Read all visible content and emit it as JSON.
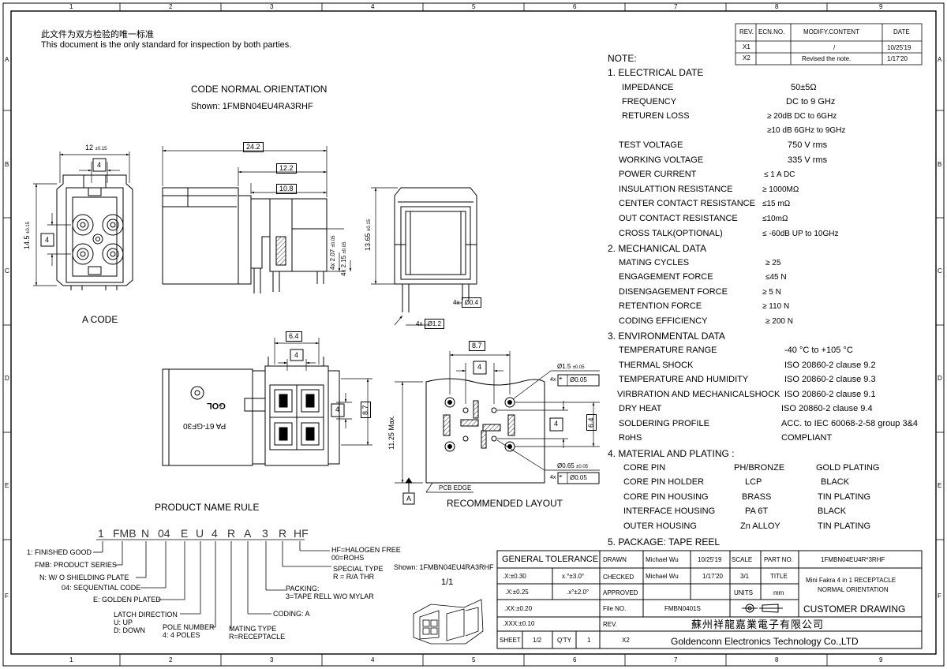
{
  "frame": {
    "top_numbers": [
      "1",
      "2",
      "3",
      "4",
      "5",
      "6",
      "7",
      "8",
      "9"
    ],
    "bottom_numbers": [
      "1",
      "2",
      "3",
      "4",
      "5",
      "6",
      "7",
      "8",
      "9"
    ],
    "side_letters": [
      "A",
      "B",
      "C",
      "D",
      "E",
      "F"
    ]
  },
  "header": {
    "cn_note": "此文件为双方检验的唯一标准",
    "en_note": "This document is the only standard for inspection by both parties."
  },
  "revision": {
    "headers": [
      "REV.",
      "ECN.NO.",
      "MODIFY.CONTENT",
      "DATE"
    ],
    "rows": [
      [
        "X1",
        "",
        "/",
        "10/25'19"
      ],
      [
        "X2",
        "",
        "Revised the note.",
        "1/17'20"
      ]
    ]
  },
  "views": {
    "orientation_title": "CODE NORMAL ORIENTATION",
    "shown": "Shown: 1FMBN04EU4RA3RHF",
    "a_code": "A CODE",
    "recommended_layout": "RECOMMENDED LAYOUT",
    "pcb_edge": "PCB EDGE",
    "datum": "A",
    "housing_text1": "GOL",
    "housing_text2": "PA 6T-GF30"
  },
  "dims": {
    "d12": "12",
    "d12tol": "±0.15",
    "d4a": "4",
    "d145": "14.5",
    "d145tol": "±0.15",
    "d4b": "4",
    "d242": "24.2",
    "d122": "12.2",
    "d108": "10.8",
    "d207": "4x 2.07",
    "d207tol": "±0.05",
    "d215": "4x 2.15",
    "d215tol": "±0.05",
    "d1365": "13.65",
    "d1365tol": "±0.15",
    "d04": "Ø0.4",
    "d04n": "4x",
    "d12d": "Ø1.2",
    "d12dn": "4x",
    "d64a": "6.4",
    "d4c": "4",
    "d4d": "4",
    "d87a": "8.7",
    "d87b": "8.7",
    "d4e": "4",
    "d1125": "11.25",
    "d1125m": "Max.",
    "d4f": "4",
    "d64b": "6.4",
    "d15": "Ø1.5",
    "d15tol": "±0.05",
    "d15n": "4x",
    "d15tp": "Ø0.05",
    "d065": "Ø0.65",
    "d065tol": "±0.05",
    "d065n": "4x",
    "d065tp": "Ø0.05"
  },
  "notes": {
    "title": "NOTE:",
    "sections": [
      {
        "title": "1. ELECTRICAL DATE",
        "items": [
          [
            "IMPEDANCE",
            "50±5Ω"
          ],
          [
            "FREQUENCY",
            "DC to 9 GHz"
          ],
          [
            "RETUREN LOSS",
            "≥ 20dB DC to 6GHz"
          ],
          [
            "",
            "≥10 dB 6GHz to 9GHz"
          ],
          [
            "TEST VOLTAGE",
            "750 V rms"
          ],
          [
            "WORKING VOLTAGE",
            "335 V rms"
          ],
          [
            "POWER CURRENT",
            "≤ 1 A DC"
          ],
          [
            "INSULATTION RESISTANCE",
            "≥ 1000MΩ"
          ],
          [
            "CENTER CONTACT  RESISTANCE",
            "≤15 mΩ"
          ],
          [
            "OUT CONTACT RESISTANCE",
            "≤10mΩ"
          ],
          [
            "CROSS TALK(OPTIONAL)",
            "≤ -60dB UP to 10GHz"
          ]
        ]
      },
      {
        "title": "2. MECHANICAL DATA",
        "items": [
          [
            "MATING CYCLES",
            "≥ 25"
          ],
          [
            "ENGAGEMENT FORCE",
            "≤45 N"
          ],
          [
            "DISENGAGEMENT FORCE",
            "≥ 5 N"
          ],
          [
            "RETENTION FORCE",
            "≥  110 N"
          ],
          [
            "CODING EFFICIENCY",
            "≥ 200 N"
          ]
        ]
      },
      {
        "title": "3. ENVIRONMENTAL DATA",
        "items": [
          [
            "TEMPERATURE RANGE",
            "-40 °C to +105 °C"
          ],
          [
            "THERMAL SHOCK",
            "ISO 20860-2 clause 9.2"
          ],
          [
            "TEMPERATURE AND HUMIDITY",
            "ISO 20860-2 clause 9.3"
          ],
          [
            "VIRBRATION AND MECHANICALSHOCK",
            "ISO 20860-2 clause 9.1"
          ],
          [
            "DRY HEAT",
            "ISO 20860-2 clause 9.4"
          ],
          [
            "SOLDERING PROFILE",
            "ACC. to IEC 60068-2-58 group 3&4"
          ],
          [
            "RoHS",
            "COMPLIANT"
          ]
        ]
      },
      {
        "title": "4. MATERIAL AND PLATING :",
        "items": [
          [
            "CORE PIN",
            "PH/BRONZE",
            "GOLD PLATING"
          ],
          [
            "CORE PIN HOLDER",
            "LCP",
            "BLACK"
          ],
          [
            "CORE PIN HOUSING",
            "BRASS",
            "TIN PLATING"
          ],
          [
            "INTERFACE HOUSING",
            "PA 6T",
            "BLACK"
          ],
          [
            "OUTER  HOUSING",
            "Zn ALLOY",
            "TIN PLATING"
          ]
        ]
      },
      {
        "title": "5. PACKAGE:   TAPE REEL",
        "items": []
      }
    ]
  },
  "product_rule": {
    "title": "PRODUCT NAME RULE",
    "code": [
      "1",
      "FMB",
      "N",
      "04",
      "E",
      "U",
      "4",
      "R",
      "A",
      "3",
      "R",
      "HF"
    ],
    "labels": {
      "finished": "1: FINISHED GOOD",
      "series": "FMB: PRODUCT SERIES",
      "shielding": "N: W/ O SHIELDING PLATE",
      "seq": "04: SEQUENTIAL CODE",
      "golden": "E: GOLDEN PLATED",
      "latch": "LATCH DIRECTION",
      "latch_u": "U: UP",
      "latch_d": "D: DOWN",
      "pole": "POLE NUMBER",
      "pole4": "4: 4 POLES",
      "mating": "MATING TYPE",
      "mating_r": "R=RECEPTACLE",
      "coding": "CODING: A",
      "packing": "PACKING:",
      "packing_3": "3=TAPE RELL W/O MYLAR",
      "special": "SPECIAL TYPE",
      "special_r": "R = R/A THR",
      "hf": "HF=HALOGEN FREE",
      "rohs": "00=ROHS"
    },
    "shown": "Shown: 1FMBN04EU4RA3RHF",
    "scale": "1/1"
  },
  "title_block": {
    "general_tolerance": "GENERAL TOLERANCE",
    "tol": [
      [
        ".X:±0.30",
        "x.°±3.0°"
      ],
      [
        ".X:±0.25",
        ".x°±2.0°"
      ],
      [
        ".XX:±0.20",
        ""
      ],
      [
        ".XXX:±0.10",
        ""
      ]
    ],
    "drawn_label": "DRAWN",
    "drawn_name": "Michael Wu",
    "drawn_date": "10/25'19",
    "checked_label": "CHECKED",
    "checked_name": "Michael Wu",
    "checked_date": "1/17'20",
    "approved_label": "APPROVED",
    "file_label": "File NO.",
    "file_no": "FMBN0401S",
    "rev_label": "REV.",
    "scale_label": "SCALE",
    "scale": "3/1",
    "title_label": "TITLE",
    "units_label": "UNITS",
    "units": "mm",
    "part_label": "PART NO.",
    "part_no": "1FMBN04EU4R*3RHF",
    "title1": "Mini Fakra 4 in 1 RECEPTACLE",
    "title2": "NORMAL ORIENTATION",
    "customer_drawing": "CUSTOMER DRAWING",
    "company_cn": "蘇州祥龍嘉業電子有限公司",
    "company_en": "Goldenconn Electronics Technology Co.,LTD",
    "sheet_label": "SHEET",
    "sheet": "1/2",
    "qty_label": "Q'TY",
    "qty": "1",
    "rev_value": "X2"
  }
}
